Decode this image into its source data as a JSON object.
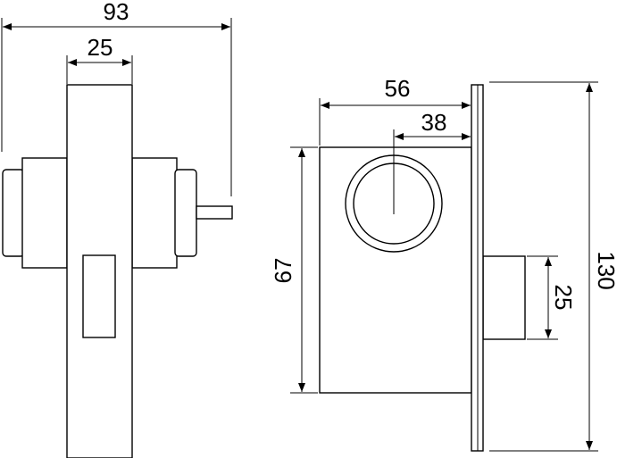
{
  "drawing": {
    "left_view": {
      "dim_overall_width": "93",
      "dim_plate_width": "25"
    },
    "right_view": {
      "dim_body_depth": "56",
      "dim_backset": "38",
      "dim_body_height": "67",
      "dim_plate_height": "130",
      "dim_bolt_height": "25"
    }
  },
  "colors": {
    "line": "#000000",
    "background": "#ffffff"
  }
}
